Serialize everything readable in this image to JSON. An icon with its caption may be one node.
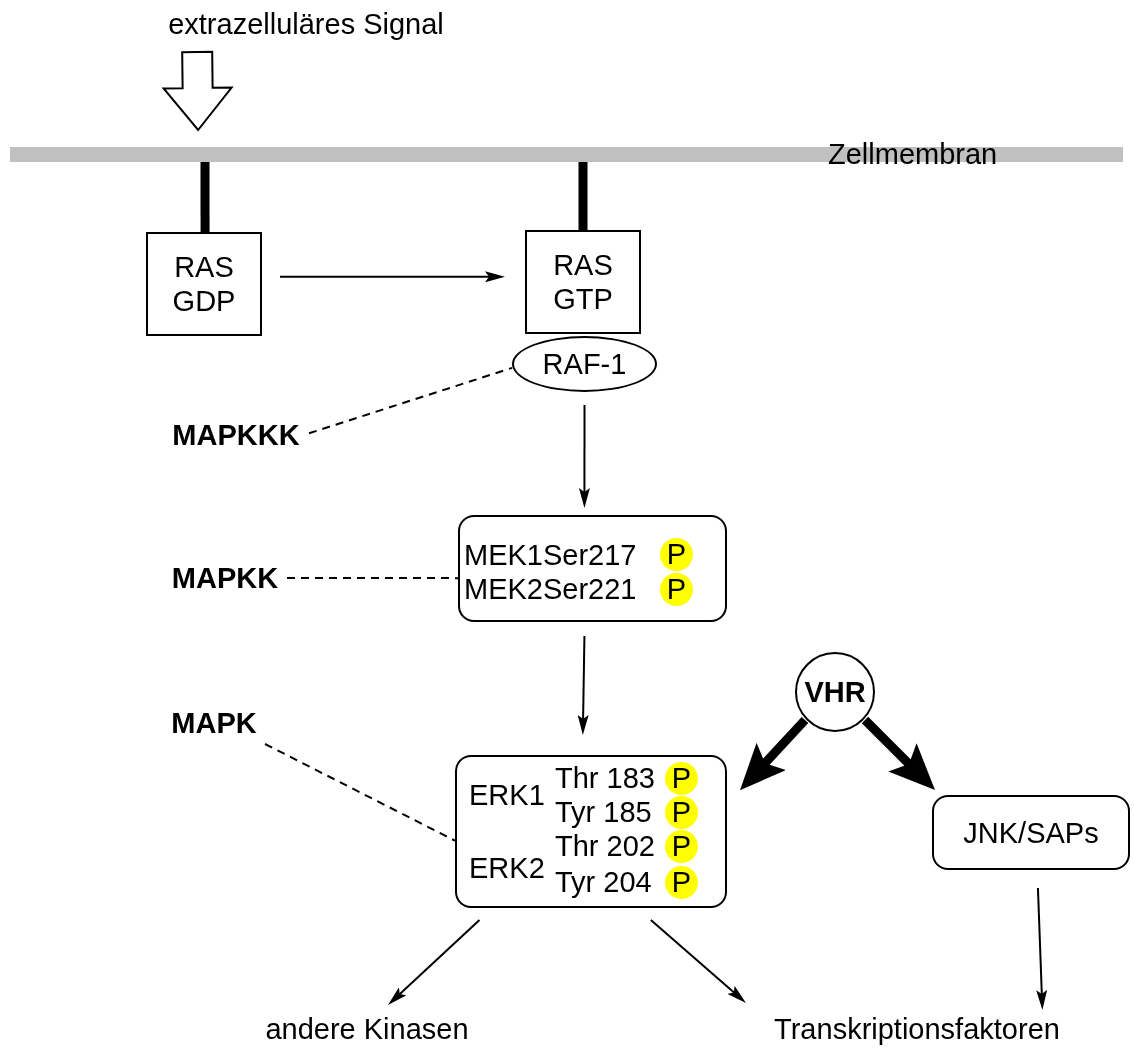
{
  "diagram": {
    "nodes": [
      {
        "text": [
          "extrazelluläres Signal"
        ]
      },
      {
        "text": [
          "Zellmembran"
        ]
      },
      {
        "text": [
          "RAS GDP"
        ]
      },
      {
        "text": [
          "RAS GTP"
        ]
      },
      {
        "text": [
          "RAF-1"
        ]
      },
      {
        "text": [
          "MAPKKK"
        ]
      },
      {
        "text": [
          "MEK1Ser217",
          "MEK2Ser221"
        ]
      },
      {
        "text": [
          "P"
        ],
        "in": 6
      },
      {
        "text": [
          "P"
        ],
        "in": 6
      },
      {
        "text": [
          "MAPKK"
        ]
      },
      {
        "text": [
          "ERK1",
          "Thr 183",
          "Tyr 185",
          "ERK2",
          "Thr 202",
          "Tyr 204"
        ]
      },
      {
        "text": [
          "P"
        ],
        "in": 10
      },
      {
        "text": [
          "P"
        ],
        "in": 10
      },
      {
        "text": [
          "P"
        ],
        "in": 10
      },
      {
        "text": [
          "P"
        ],
        "in": 10
      },
      {
        "text": [
          "MAPK"
        ]
      },
      {
        "text": [
          "VHR"
        ]
      },
      {
        "text": [
          "JNK/SAPs"
        ]
      },
      {
        "text": [
          "andere Kinasen"
        ]
      },
      {
        "text": [
          "Transkriptionsfaktoren"
        ]
      }
    ],
    "edges": [
      {
        "from": 0,
        "to": 1,
        "arrow": "to"
      },
      {
        "from": 1,
        "to": 2,
        "arrow": "none",
        "style": "thick"
      },
      {
        "from": 1,
        "to": 3,
        "arrow": "none",
        "style": "thick"
      },
      {
        "from": 2,
        "to": 3,
        "arrow": "to"
      },
      {
        "from": 5,
        "to": 4,
        "arrow": "none",
        "style": "dashed"
      },
      {
        "from": 4,
        "to": 6,
        "arrow": "to"
      },
      {
        "from": 9,
        "to": 6,
        "arrow": "none",
        "style": "dashed"
      },
      {
        "from": 6,
        "to": 10,
        "arrow": "to"
      },
      {
        "from": 15,
        "to": 10,
        "arrow": "none",
        "style": "dashed"
      },
      {
        "from": 16,
        "to": 10,
        "arrow": "to",
        "style": "thick"
      },
      {
        "from": 16,
        "to": 17,
        "arrow": "to",
        "style": "thick"
      },
      {
        "from": 10,
        "to": 18,
        "arrow": "to"
      },
      {
        "from": 10,
        "to": 19,
        "arrow": "to"
      },
      {
        "from": 17,
        "to": 19,
        "arrow": "to"
      }
    ]
  }
}
